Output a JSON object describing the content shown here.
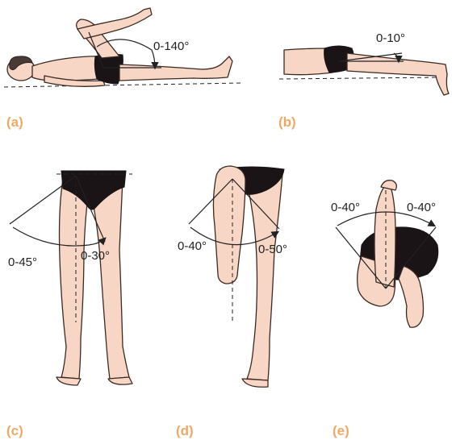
{
  "colors": {
    "label": "#f0a866",
    "text": "#222222",
    "skin": "#f7d6c6",
    "brief": "#1a1416"
  },
  "panels": {
    "a": {
      "label": "(a)",
      "angle": "0-140°"
    },
    "b": {
      "label": "(b)",
      "angle": "0-10°"
    },
    "c": {
      "label": "(c)",
      "angle_left": "0-45°",
      "angle_right": "0-30°"
    },
    "d": {
      "label": "(d)",
      "angle_left": "0-40°",
      "angle_right": "0-50°"
    },
    "e": {
      "label": "(e)",
      "angle_left": "0-40°",
      "angle_right": "0-40°"
    }
  }
}
